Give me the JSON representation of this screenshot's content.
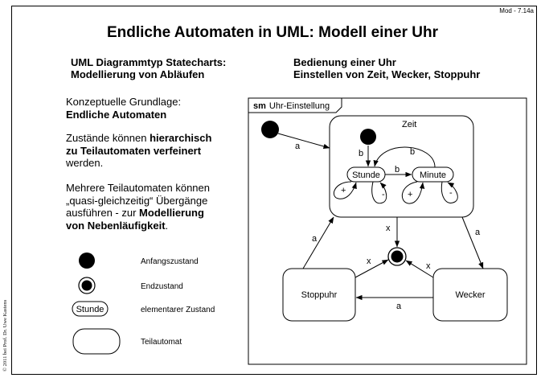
{
  "slide": {
    "id": "Mod - 7.14a",
    "title": "Endliche Automaten in UML: Modell einer Uhr",
    "copyright": "© 2011 bei Prof. Dr. Uwe Kastens"
  },
  "header": {
    "left_line1": "UML Diagrammtyp Statecharts:",
    "left_line2": "Modellierung von Abläufen",
    "right_line1": "Bedienung einer Uhr",
    "right_line2": "Einstellen von Zeit, Wecker, Stoppuhr"
  },
  "text": {
    "p1_line1": "Konzeptuelle Grundlage:",
    "p1_line2": "Endliche Automaten",
    "p2_line1_a": "Zustände können ",
    "p2_line1_b": "hierarchisch",
    "p2_line2": "zu Teilautomaten verfeinert",
    "p2_line3": "werden.",
    "p3_line1": "Mehrere Teilautomaten können",
    "p3_line2": "„quasi-gleichzeitig“ Übergänge",
    "p3_line3_a": "ausführen - zur ",
    "p3_line3_b": "Modellierung",
    "p3_line4_a": "von Nebenläufigkeit",
    "p3_line4_b": "."
  },
  "legend": {
    "initial": "Anfangszustand",
    "final": "Endzustand",
    "state_example": "Stunde",
    "state": "elementarer Zustand",
    "substate": "Teilautomat"
  },
  "diagram": {
    "frame_kw": "sm",
    "frame_name": "Uhr-Einstellung",
    "zeit": "Zeit",
    "stunde": "Stunde",
    "minute": "Minute",
    "stoppuhr": "Stoppuhr",
    "wecker": "Wecker",
    "lbl_a": "a",
    "lbl_b": "b",
    "lbl_x": "x",
    "lbl_plus": "+",
    "lbl_minus": "-"
  }
}
